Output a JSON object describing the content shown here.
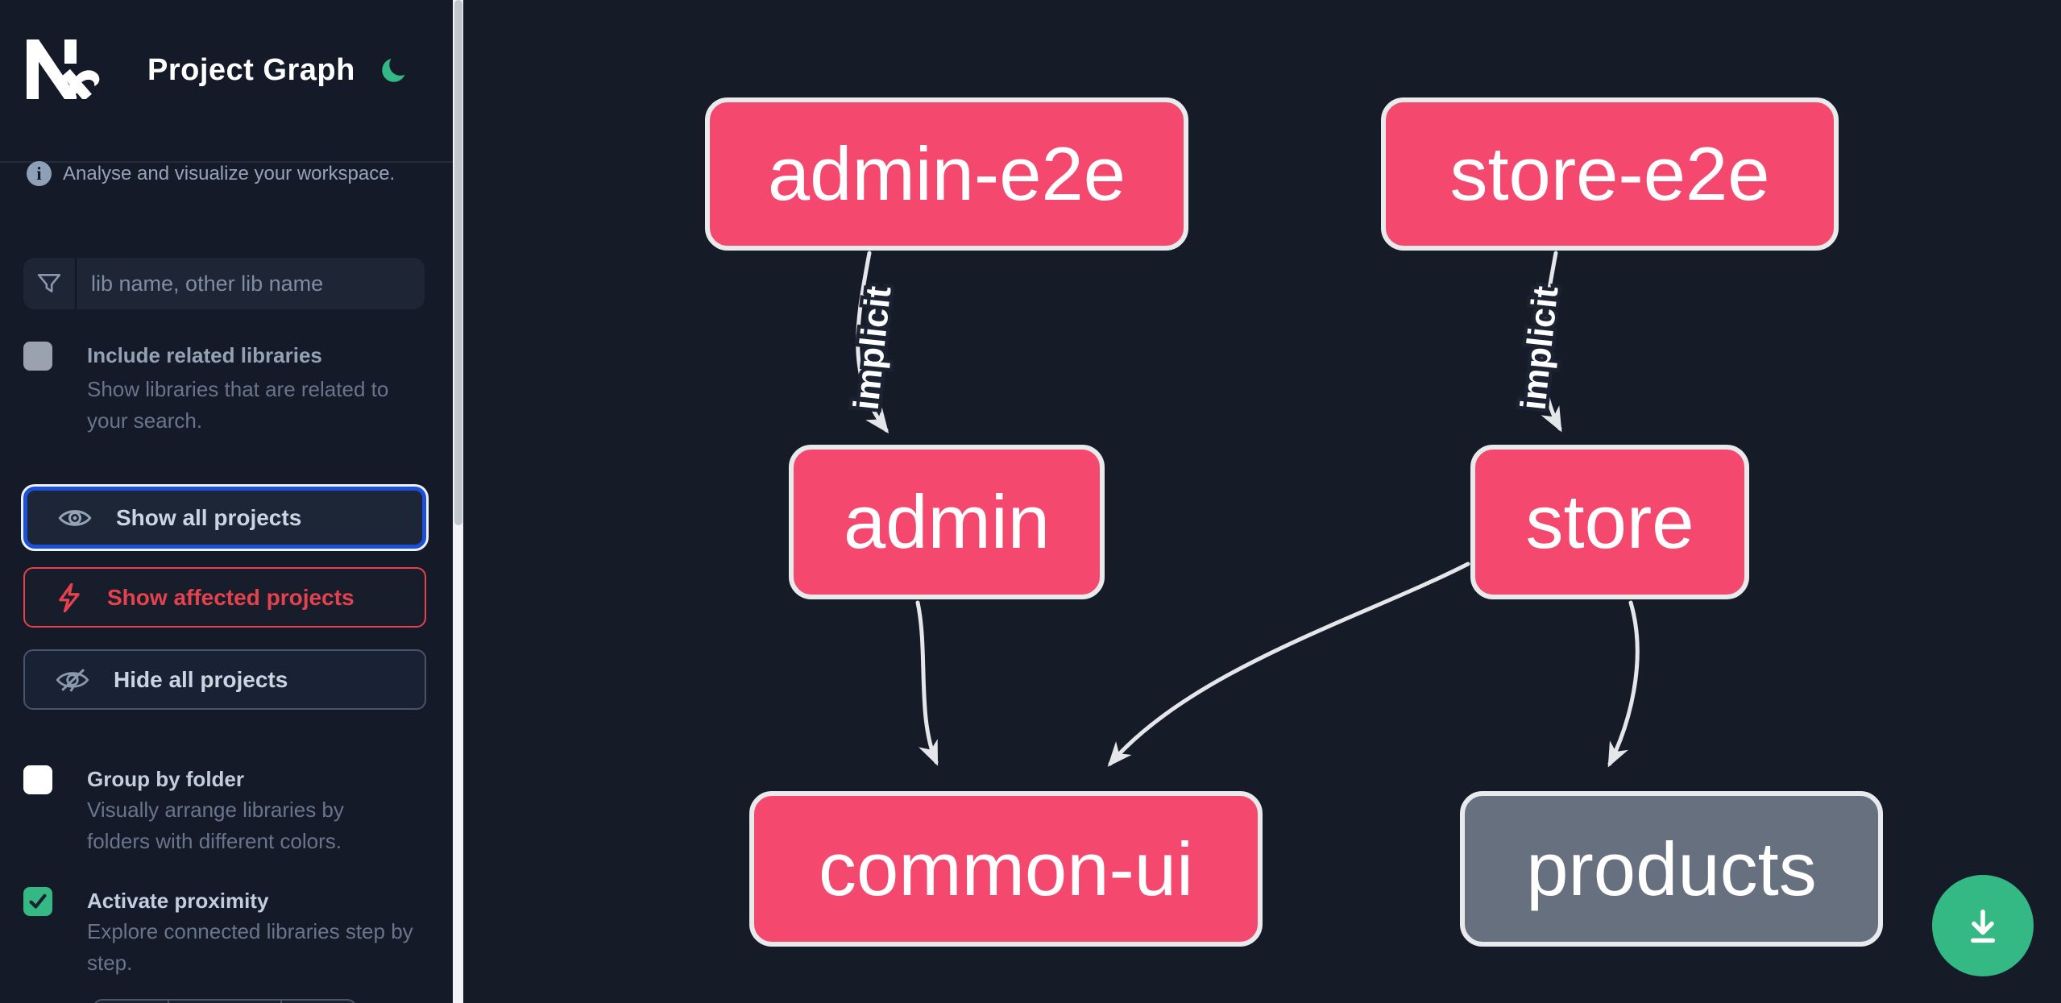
{
  "header": {
    "title": "Project Graph",
    "logo": "nx-logo",
    "theme_toggle_icon": "moon"
  },
  "sidebar": {
    "info_text": "Analyse and visualize your workspace.",
    "search": {
      "placeholder": "lib name, other lib name",
      "value": "",
      "icon": "funnel-filter-icon"
    },
    "checkboxes": [
      {
        "label": "Include related libraries",
        "description": "Show libraries that are related to your search.",
        "checked": false,
        "disabled": true
      },
      {
        "label": "Group by folder",
        "description": "Visually arrange libraries by folders with different colors.",
        "checked": false,
        "disabled": false
      },
      {
        "label": "Activate proximity",
        "description": "Explore connected libraries step by step.",
        "checked": true,
        "disabled": false
      }
    ],
    "actions": [
      {
        "label": "Show all projects",
        "icon": "eye-icon",
        "state": "focused"
      },
      {
        "label": "Show affected projects",
        "icon": "lightning-bolt-icon",
        "state": "danger"
      },
      {
        "label": "Hide all projects",
        "icon": "eye-off-icon",
        "state": "default"
      }
    ]
  },
  "graph": {
    "nodes": [
      {
        "id": "admin-e2e",
        "label": "admin-e2e",
        "color": "pink"
      },
      {
        "id": "store-e2e",
        "label": "store-e2e",
        "color": "pink"
      },
      {
        "id": "admin",
        "label": "admin",
        "color": "pink"
      },
      {
        "id": "store",
        "label": "store",
        "color": "pink"
      },
      {
        "id": "common-ui",
        "label": "common-ui",
        "color": "pink"
      },
      {
        "id": "products",
        "label": "products",
        "color": "gray"
      }
    ],
    "edges": [
      {
        "from": "admin-e2e",
        "to": "admin",
        "label": "implicit"
      },
      {
        "from": "store-e2e",
        "to": "store",
        "label": "implicit"
      },
      {
        "from": "admin",
        "to": "common-ui",
        "label": ""
      },
      {
        "from": "store",
        "to": "common-ui",
        "label": ""
      },
      {
        "from": "store",
        "to": "products",
        "label": ""
      }
    ]
  },
  "fab": {
    "icon": "download-icon"
  },
  "colors": {
    "sidebar_bg": "#151a28",
    "canvas_bg": "#161b28",
    "node_pink": "#f4486e",
    "node_gray": "#67707f",
    "node_border": "#e9eaec",
    "edge_gray": "#e4e6ea",
    "accent_green": "#34b984",
    "focus_blue": "#1d50d8",
    "alert_red": "#e5424d",
    "muted_text": "#94a3b8"
  }
}
